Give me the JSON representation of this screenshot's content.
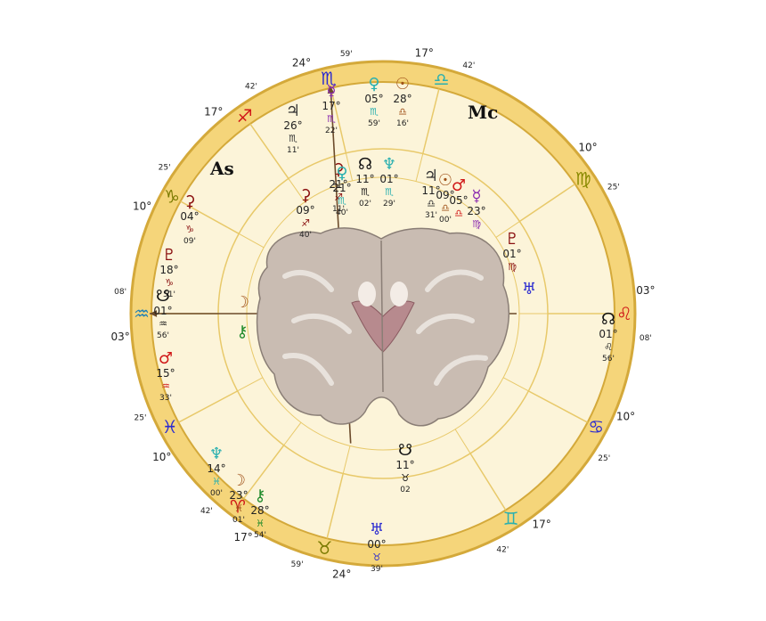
{
  "colors": {
    "outer_ring": "#f5d57a",
    "outer_ring_stroke": "#d4a93a",
    "chart_fill": "#fcf4d9",
    "house_line": "#e8c96a",
    "axis_line": "#6b4a2a",
    "red_text": "#d01818"
  },
  "cusps": [
    {
      "deg": "03°",
      "sign": "♒",
      "min": "08'",
      "color": "#1e7fb5"
    },
    {
      "deg": "10°",
      "sign": "♑",
      "min": "25'",
      "color": "#7a7a00"
    },
    {
      "deg": "17°",
      "sign": "♐",
      "min": "42'",
      "color": "#d01818"
    },
    {
      "deg": "24°",
      "sign": "♏",
      "min": "59'",
      "color": "#2a2ad0"
    },
    {
      "deg": "17°",
      "sign": "♎",
      "min": "42'",
      "color": "#2ab0b0"
    },
    {
      "deg": "10°",
      "sign": "♍",
      "min": "25'",
      "color": "#8a8a00"
    },
    {
      "deg": "03°",
      "sign": "♌",
      "min": "08'",
      "color": "#d01818"
    },
    {
      "deg": "10°",
      "sign": "♋",
      "min": "25'",
      "color": "#2a2ad0"
    },
    {
      "deg": "17°",
      "sign": "♊",
      "min": "42'",
      "color": "#2ab0b0"
    },
    {
      "deg": "24°",
      "sign": "♉",
      "min": "59'",
      "color": "#7a7a00"
    },
    {
      "deg": "17°",
      "sign": "♈",
      "min": "42'",
      "color": "#d01818"
    },
    {
      "deg": "10°",
      "sign": "♓",
      "min": "25'",
      "color": "#2a2ad0"
    }
  ],
  "angles": {
    "asc": "As",
    "mc": "Mc"
  },
  "planets": [
    {
      "glyph": "♃",
      "deg": "26°",
      "sign": "♏",
      "min": "11'",
      "color": "#333333",
      "deg_red": false
    },
    {
      "glyph": "☿",
      "deg": "17°",
      "sign": "♏",
      "min": "22'",
      "color": "#8a2ab0",
      "deg_red": false
    },
    {
      "glyph": "♀",
      "deg": "05°",
      "sign": "♏",
      "min": "59'",
      "color": "#2ab0b0",
      "deg_red": true
    },
    {
      "glyph": "☉",
      "deg": "28°",
      "sign": "♎",
      "min": "16'",
      "color": "#a0521a",
      "deg_red": false
    },
    {
      "glyph": "⚳",
      "deg": "21°",
      "sign": "♐",
      "min": "11'",
      "color": "#8a1010",
      "deg_red": false
    },
    {
      "glyph": "⚳",
      "deg": "04°",
      "sign": "♑",
      "min": "09'",
      "color": "#8a1010",
      "deg_red": false
    },
    {
      "glyph": "♇",
      "deg": "18°",
      "sign": "♑",
      "min": "51'",
      "color": "#8a1010",
      "deg_red": false
    },
    {
      "glyph": "☋",
      "deg": "01°",
      "sign": "♒",
      "min": "56'",
      "color": "#111111",
      "deg_red": true
    },
    {
      "glyph": "♂",
      "deg": "15°",
      "sign": "♒",
      "min": "33'",
      "color": "#d01818",
      "deg_red": false
    },
    {
      "glyph": "⚳",
      "deg": "09°",
      "sign": "♐",
      "min": "40'",
      "color": "#8a1010",
      "deg_red": false
    },
    {
      "glyph": "♀",
      "deg": "21°",
      "sign": "♏",
      "min": "40'",
      "color": "#2ab0b0",
      "deg_red": false
    },
    {
      "glyph": "☊",
      "deg": "11°",
      "sign": "♏",
      "min": "02'",
      "color": "#111111",
      "deg_red": true
    },
    {
      "glyph": "♆",
      "deg": "01°",
      "sign": "♏",
      "min": "29'",
      "color": "#2ab0b0",
      "deg_red": false
    },
    {
      "glyph": "♃",
      "deg": "11°",
      "sign": "♎",
      "min": "31'",
      "color": "#333333",
      "deg_red": false
    },
    {
      "glyph": "☉",
      "deg": "09°",
      "sign": "♎",
      "min": "00'",
      "color": "#a0521a",
      "deg_red": false
    },
    {
      "glyph": "♂",
      "deg": "05°",
      "sign": "♎",
      "min": "",
      "color": "#d01818",
      "deg_red": false
    },
    {
      "glyph": "☿",
      "deg": "23°",
      "sign": "♍",
      "min": "",
      "color": "#8a2ab0",
      "deg_red": false
    },
    {
      "glyph": "♇",
      "deg": "01°",
      "sign": "♍",
      "min": "",
      "color": "#8a1010",
      "deg_red": false
    },
    {
      "glyph": "♅",
      "deg": "",
      "sign": "",
      "min": "",
      "color": "#2a2ad0",
      "deg_red": false
    },
    {
      "glyph": "☊",
      "deg": "01°",
      "sign": "♌",
      "min": "56'",
      "color": "#111111",
      "deg_red": true
    },
    {
      "glyph": "☋",
      "deg": "11°",
      "sign": "♉",
      "min": "02",
      "color": "#111111",
      "deg_red": true
    },
    {
      "glyph": "♅",
      "deg": "00°",
      "sign": "♉",
      "min": "39'",
      "color": "#2a2ad0",
      "deg_red": true
    },
    {
      "glyph": "⚷",
      "deg": "28°",
      "sign": "♓",
      "min": "54'",
      "color": "#1e8a2a",
      "deg_red": true
    },
    {
      "glyph": "☽",
      "deg": "23°",
      "sign": "♓",
      "min": "01'",
      "color": "#a0521a",
      "deg_red": false
    },
    {
      "glyph": "♆",
      "deg": "14°",
      "sign": "♓",
      "min": "00'",
      "color": "#2ab0b0",
      "deg_red": true
    },
    {
      "glyph": "☽",
      "deg": "",
      "sign": "",
      "min": "",
      "color": "#a0521a",
      "deg_red": false
    },
    {
      "glyph": "⚷",
      "deg": "",
      "sign": "",
      "min": "",
      "color": "#1e8a2a",
      "deg_red": false
    }
  ]
}
